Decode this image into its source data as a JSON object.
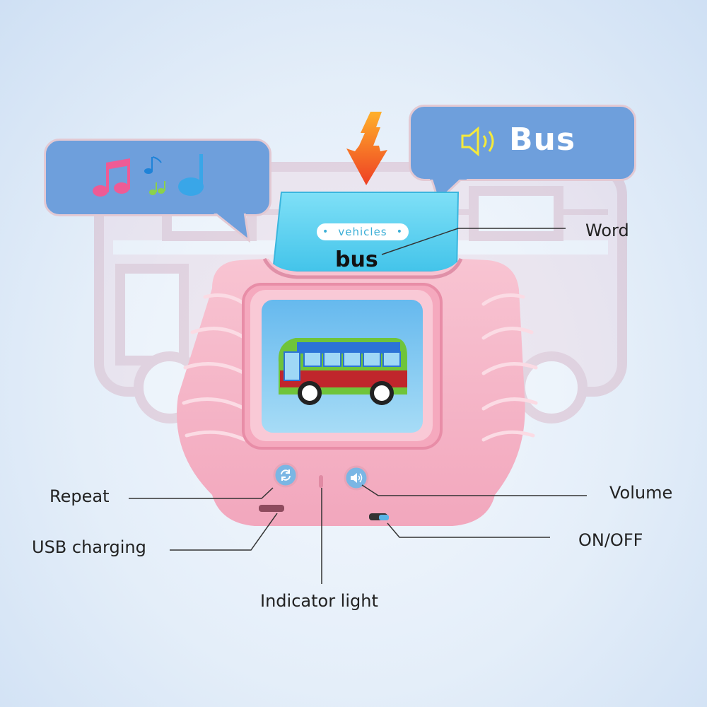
{
  "bubble_right": {
    "word": "Bus",
    "icon": "speaker-icon"
  },
  "bubble_left": {
    "icon": "music-notes-icon"
  },
  "card": {
    "category": "vehicles",
    "word": "bus"
  },
  "labels": {
    "word": "Word",
    "repeat": "Repeat",
    "usb_charging": "USB charging",
    "indicator_light": "Indicator light",
    "volume": "Volume",
    "on_off": "ON/OFF"
  },
  "colors": {
    "device_pink": "#f6b6c8",
    "bubble_blue": "#6e9fdc",
    "card_cyan": "#5fd3ef",
    "screen_blue": "#7cc3ee",
    "speaker_yellow": "#f5ea3a",
    "arrow_orange": "#f2572a"
  }
}
